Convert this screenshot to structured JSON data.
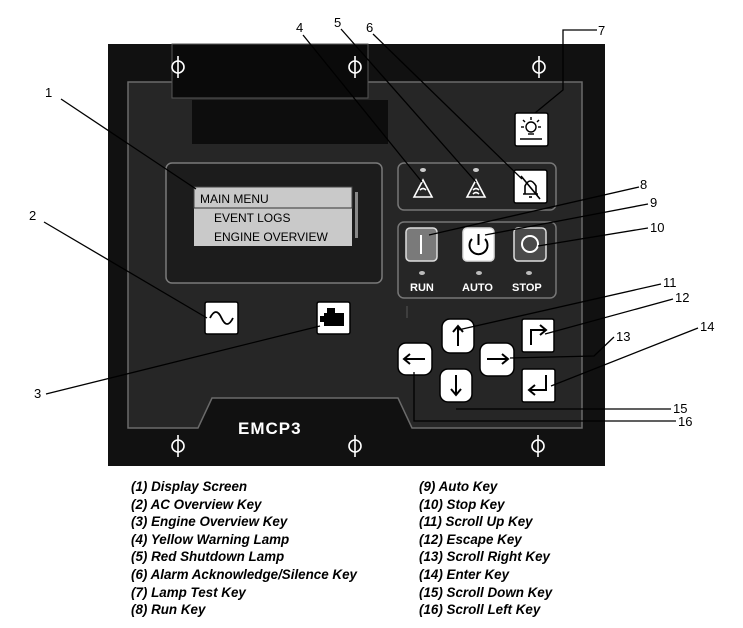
{
  "display": {
    "menu_title": "MAIN MENU",
    "menu_items": [
      "EVENT LOGS",
      "ENGINE OVERVIEW"
    ]
  },
  "brand": "EMCP3",
  "mode_labels": {
    "run": "RUN",
    "auto": "AUTO",
    "stop": "STOP"
  },
  "callouts": [
    "1",
    "2",
    "3",
    "4",
    "5",
    "6",
    "7",
    "8",
    "9",
    "10",
    "11",
    "12",
    "13",
    "14",
    "15",
    "16"
  ],
  "legend": {
    "left": [
      "(1) Display Screen",
      "(2) AC Overview Key",
      "(3) Engine Overview Key",
      "(4) Yellow Warning Lamp",
      "(5) Red Shutdown Lamp",
      "(6) Alarm Acknowledge/Silence Key",
      "(7) Lamp Test Key",
      "(8) Run Key"
    ],
    "right": [
      "(9) Auto Key",
      "(10) Stop Key",
      "(11) Scroll Up Key",
      "(12) Escape Key",
      "(13) Scroll Right Key",
      "(14) Enter Key",
      "(15) Scroll Down Key",
      "(16) Scroll Left Key"
    ]
  },
  "icons": {
    "mounting_hole": "mounting-hole-icon",
    "lamp_test": "lamp-test-icon",
    "alarm_silence": "bell-crossed-icon",
    "warning_lamp": "warning-triangle-icon",
    "shutdown_lamp": "shutdown-triangle-icon",
    "ac_overview": "sine-wave-icon",
    "engine_overview": "engine-icon",
    "run": "run-bar-icon",
    "auto": "power-icon",
    "stop": "stop-circle-icon",
    "scroll_up": "arrow-up-icon",
    "scroll_down": "arrow-down-icon",
    "scroll_left": "arrow-left-icon",
    "scroll_right": "arrow-right-icon",
    "escape": "escape-arrow-icon",
    "enter": "enter-arrow-icon"
  },
  "colors": {
    "panel": "#111111",
    "bezel": "#2a2a2a",
    "lcd": "#cfcfcf",
    "key_face": "#ffffff",
    "run_key": "#777777",
    "stop_key": "#4a4a4a"
  }
}
